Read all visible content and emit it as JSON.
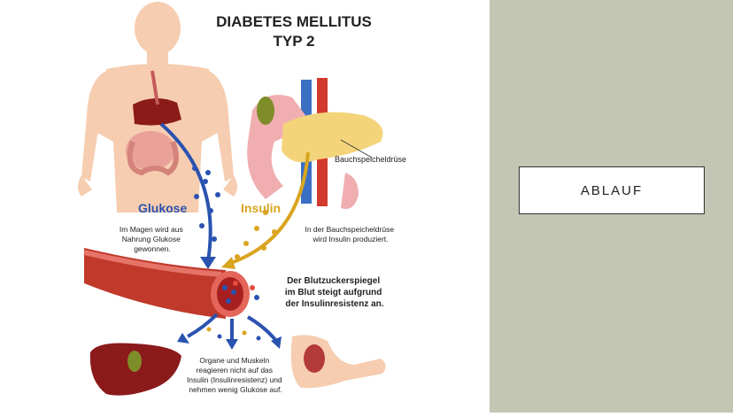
{
  "slide": {
    "section_title": "ABLAUF"
  },
  "illustration": {
    "heading_line1": "DIABETES MELLITUS",
    "heading_line2": "TYP 2",
    "label_glukose": "Glukose",
    "label_insulin": "Insulin",
    "label_pancreas": "Bauchspeicheldrüse",
    "caption_stomach": [
      "Im Magen wird aus",
      "Nahrung Glukose",
      "gewonnen."
    ],
    "caption_pancreas": [
      "In der Bauchspeicheldrüse",
      "wird Insulin produziert."
    ],
    "caption_blood": [
      "Der Blutzuckerspiegel",
      "im Blut steigt aufgrund",
      "der Insulinresistenz an."
    ],
    "caption_organs": [
      "Organe und Muskeln",
      "reagieren nicht auf das",
      "Insulin (Insulinresistenz) und",
      "nehmen wenig Glukose auf."
    ],
    "colors": {
      "glukose": "#2a52b0",
      "insulin": "#d9a520",
      "vessel": "#c0392b",
      "skin": "#f5c9a8"
    }
  }
}
